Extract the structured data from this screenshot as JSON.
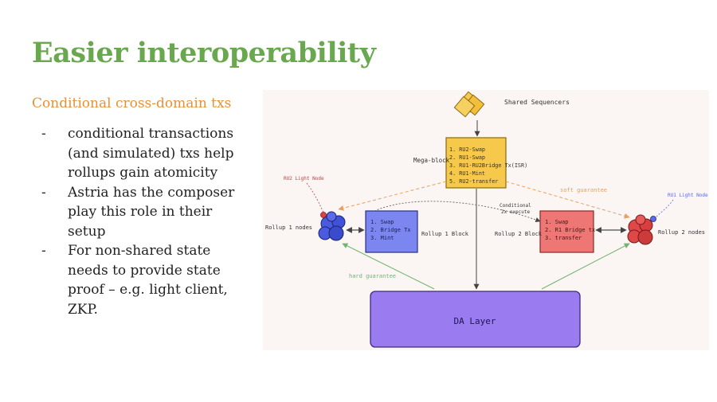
{
  "slide": {
    "title": "Easier interoperability",
    "subtitle": "Conditional cross-domain txs",
    "bullets": [
      "conditional transactions (and simulated) txs help rollups gain atomicity",
      "Astria has the composer play this role in their setup",
      "For non-shared state needs to provide state proof – e.g. light client, ZKP."
    ],
    "bullet_marker": "-"
  },
  "diagram": {
    "shared_sequencers": "Shared Sequencers",
    "mega_block_label": "Mega-block",
    "mega_block_items": [
      "1. RU2-Swap",
      "2. RU1-Swap",
      "3. RU1-RU2Bridge Tx(ISR)",
      "4. RU1-Mint",
      "5. RU2-transfer"
    ],
    "rollup1_block_items": [
      "1. Swap",
      "2. Bridge Tx",
      "3. Mint"
    ],
    "rollup1_block_label": "Rollup 1 Block",
    "rollup2_block_items": [
      "1. Swap",
      "2. R1 Bridge tx",
      "3. transfer"
    ],
    "rollup2_block_label": "Rollup 2 Block",
    "rollup1_nodes": "Rollup 1 nodes",
    "rollup2_nodes": "Rollup 2 nodes",
    "ru2_light_node": "RU2 Light Node",
    "ru1_light_node": "RU1 Light Node",
    "soft_guarantee": "soft guarantee",
    "hard_guarantee": "hard guarantee",
    "conditional_line1": "Conditional",
    "conditional_line2": "2x execute",
    "da_layer": "DA Layer",
    "colors": {
      "mega_block": "#f6c84c",
      "rollup1_block": "#7b86f0",
      "rollup2_block": "#ee7674",
      "da_layer": "#9b7bf0",
      "soft_arrow": "#f0a060",
      "hard_arrow": "#7fbf7f"
    }
  }
}
